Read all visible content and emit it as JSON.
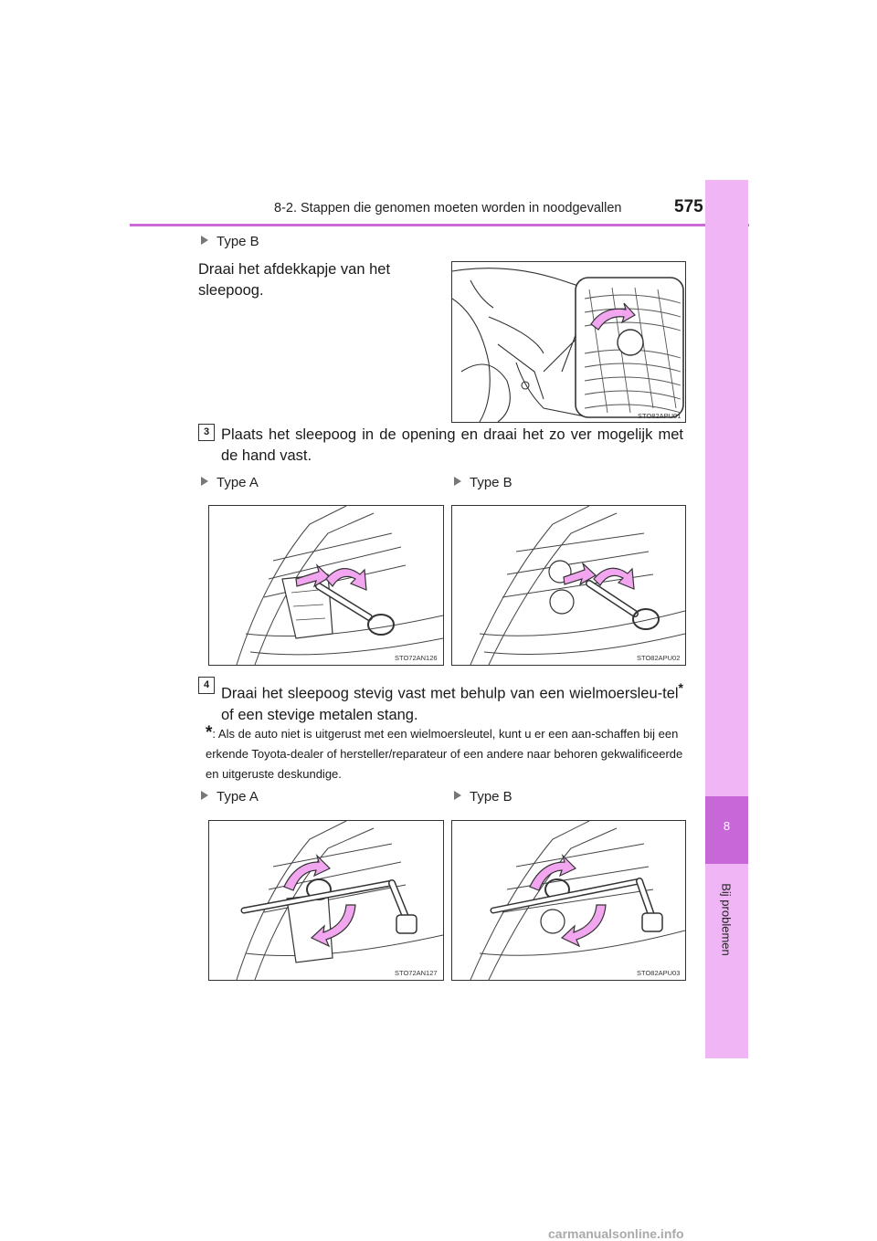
{
  "header": {
    "section_title": "8-2. Stappen die genomen moeten worden in noodgevallen",
    "page_number": "575"
  },
  "side_tab": {
    "chapter_number": "8",
    "chapter_label": "Bij problemen"
  },
  "type_b_intro": {
    "label": "Type B",
    "instruction": "Draai het afdekkapje van het sleepoog.",
    "figure_code": "STO82APU01"
  },
  "step3": {
    "number": "3",
    "text": "Plaats het sleepoog in de opening en draai het zo ver mogelijk met de hand vast.",
    "type_a_label": "Type A",
    "type_b_label": "Type B",
    "figure_a_code": "STO72AN126",
    "figure_b_code": "STO82APU02"
  },
  "step4": {
    "number": "4",
    "text_part1": "Draai het sleepoog stevig vast met behulp van een wielmoersleu-tel",
    "text_star": "*",
    "text_part2": " of een stevige metalen stang.",
    "footnote_star": "*",
    "footnote_text": ": Als de auto niet is uitgerust met een wielmoersleutel, kunt u er een aan-schaffen bij een erkende Toyota-dealer of hersteller/reparateur of een andere naar behoren gekwalificeerde en uitgeruste deskundige.",
    "type_a_label": "Type A",
    "type_b_label": "Type B",
    "figure_a_code": "STO72AN127",
    "figure_b_code": "STO82APU03"
  },
  "watermark": "carmanualsonline.info",
  "colors": {
    "accent": "#c96ad6",
    "side_tab": "#f0b5f5",
    "arrow_fill": "#f2a6f0"
  }
}
